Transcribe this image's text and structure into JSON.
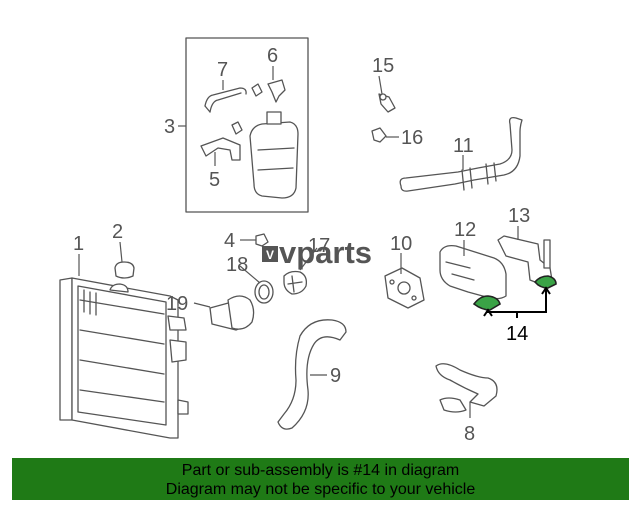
{
  "callouts": {
    "c1": "1",
    "c2": "2",
    "c3": "3",
    "c4": "4",
    "c5": "5",
    "c6": "6",
    "c7": "7",
    "c8": "8",
    "c9": "9",
    "c10": "10",
    "c11": "11",
    "c12": "12",
    "c13": "13",
    "c14": "14",
    "c15": "15",
    "c16": "16",
    "c17": "17",
    "c18": "18",
    "c19": "19"
  },
  "logo": {
    "text": "vparts",
    "mark": "V"
  },
  "highlighted_part": "14",
  "colors": {
    "banner_bg": "#1f7a16",
    "highlight": "#3aa346",
    "line": "#555555"
  },
  "banner": {
    "line1": "Part or sub-assembly is #14 in diagram",
    "line2": "Diagram may not be specific to your vehicle"
  }
}
